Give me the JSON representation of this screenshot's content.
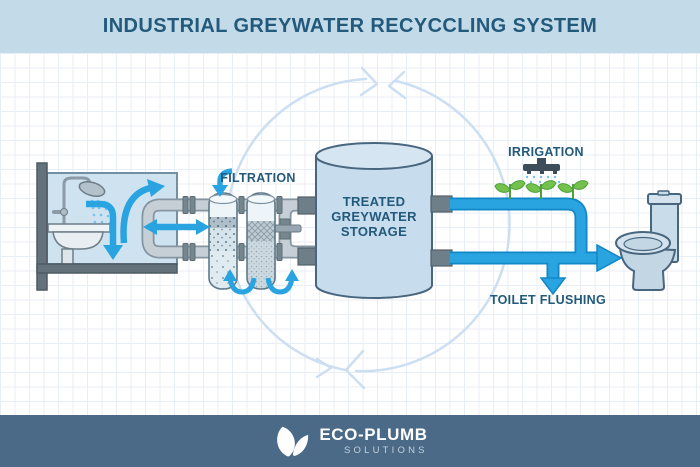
{
  "header": {
    "title": "INDUSTRIAL GREYWATER RECYCCLING SYSTEM"
  },
  "diagram": {
    "filtration_label": "FILTRATION",
    "storage": {
      "line1": "TREATED",
      "line2": "GREYWATER",
      "line3": "STORAGE"
    },
    "irrigation_label": "IRRIGATION",
    "toilet_flushing_label": "TOILET FLUSHING",
    "icons": [
      "shower-icon",
      "sink-icon",
      "filter-cartridge-icon",
      "storage-tank-icon",
      "sprinkler-icon",
      "plant-icon",
      "toilet-icon",
      "recycle-loop-icon"
    ],
    "colors": {
      "accent_blue": "#29a4e1",
      "accent_blue_edge": "#1287c6",
      "label_dark_blue": "#235a7c",
      "header_bg": "#c3dbe9",
      "pipe_gray": "#c6cfd6",
      "pipe_gray_edge": "#8494a0",
      "tank_fill": "#c7dcec",
      "plant_green": "#74c24c",
      "sprinkler_gray": "#3d4e5a",
      "recycle_arc": "#ccdff2",
      "grid_line": "#e8eef5"
    }
  },
  "footer": {
    "brand": "ECO-PLUMB",
    "tagline": "SOLUTIONS",
    "bg": "#4b6a88"
  }
}
